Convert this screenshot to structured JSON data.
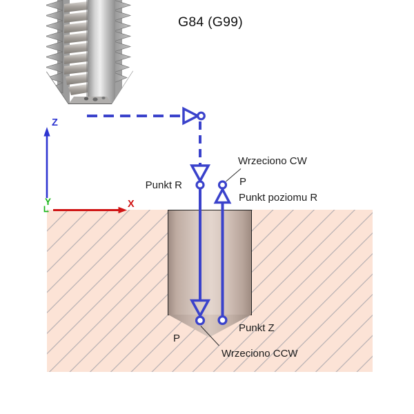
{
  "title": "G84 (G99)",
  "axes": {
    "z_label": "Z",
    "y_label": "Y",
    "x_label": "X"
  },
  "labels": {
    "punkt_r": "Punkt R",
    "wrzeciono_cw": "Wrzeciono CW",
    "p_top": "P",
    "punkt_poziomu_r": "Punkt poziomu R",
    "punkt_z": "Punkt Z",
    "p_bottom": "P",
    "wrzeciono_ccw": "Wrzeciono CCW"
  },
  "icons": {
    "tap-tool-image": "photograph of a machine tap (threading tool), stylized",
    "rapid-move-arrow-right-icon": "open-blue-triangle-right",
    "feed-move-arrow-down-icon": "open-blue-triangle-down",
    "retract-arrow-up-icon": "open-blue-triangle-up",
    "point-marker-icon": "open-blue-circle",
    "z-axis-arrow-icon": "blue-arrow-up",
    "x-axis-arrow-icon": "red-arrow-right",
    "y-origin-corner-icon": "green-corner-bracket"
  },
  "colors": {
    "toolpath_blue": "#3a42cb",
    "axis_z_blue": "#2e35d1",
    "axis_x_red": "#d01414",
    "axis_y_green": "#17b517",
    "material_fill": "#fce3d6",
    "hatch_line": "#9194a0",
    "hole_light": "#e3d5cd",
    "hole_dark": "#9f8c83",
    "outline_black": "#1f1f1f",
    "text": "#1b1b1b",
    "background": "#ffffff"
  }
}
